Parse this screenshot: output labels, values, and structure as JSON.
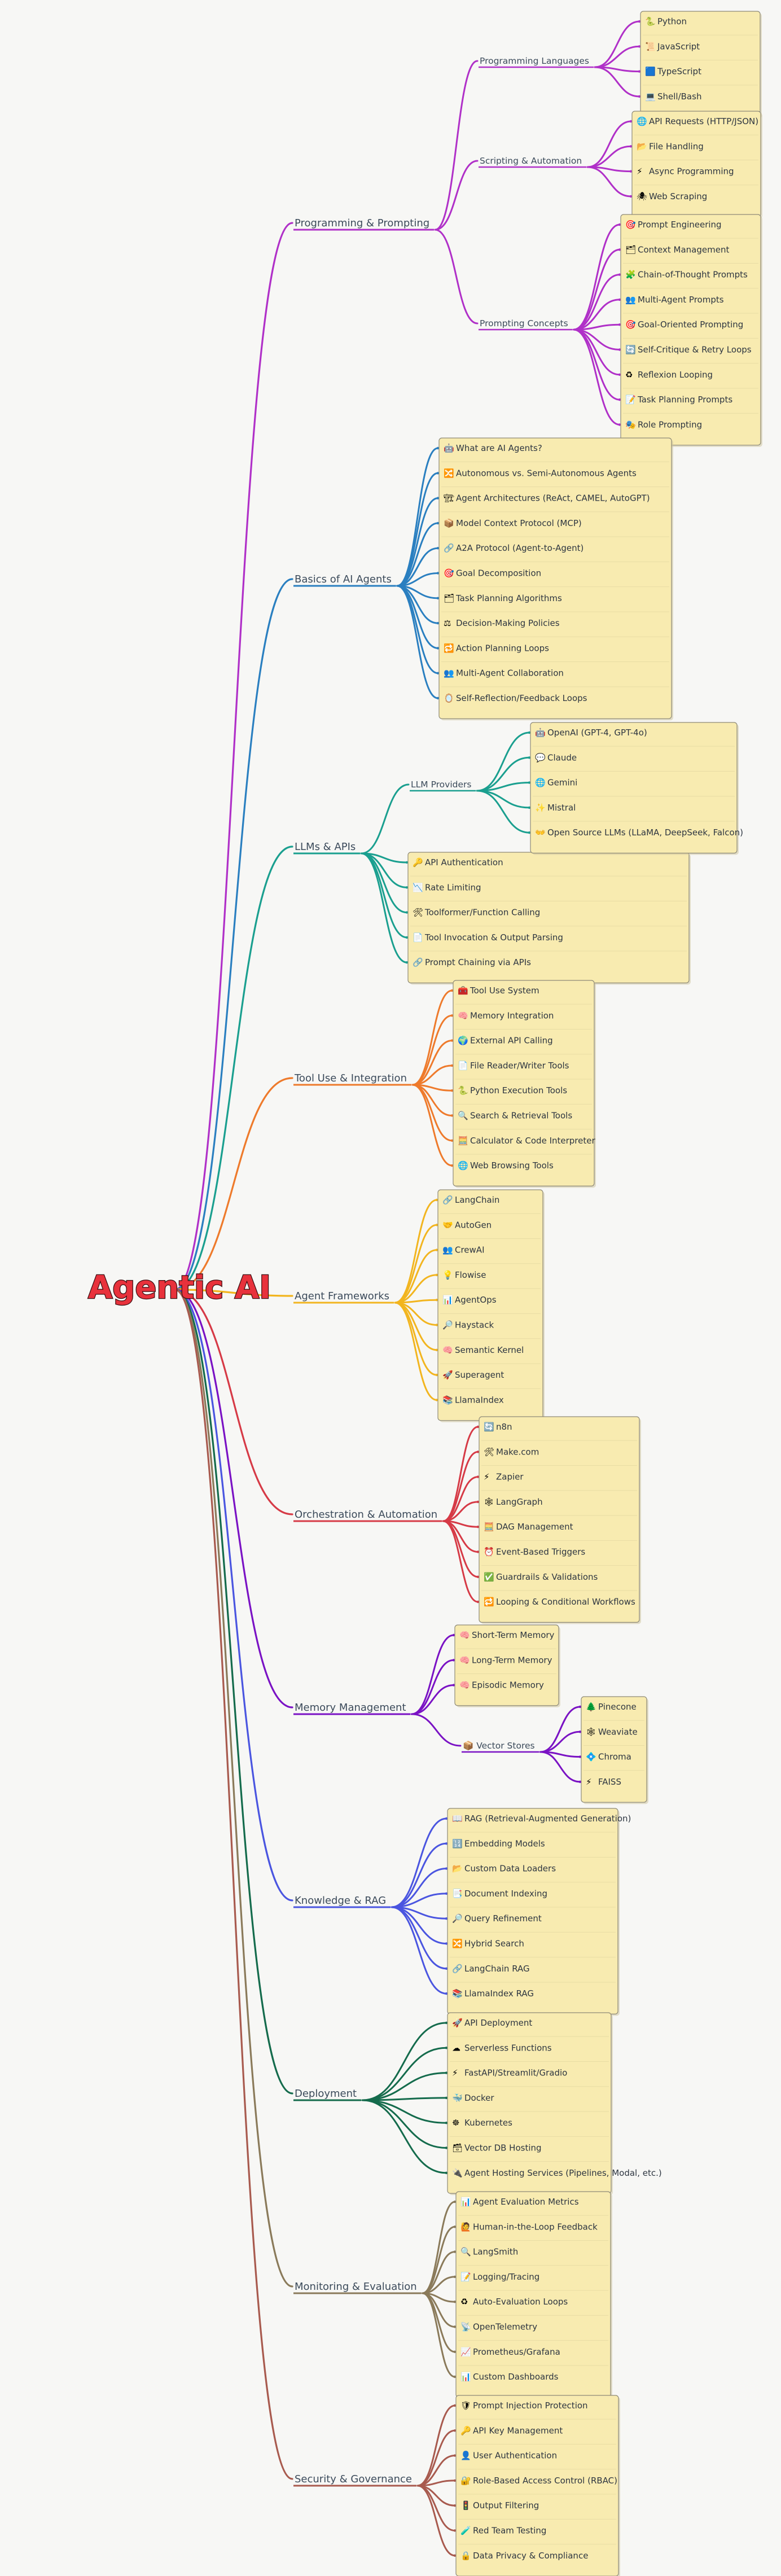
{
  "root": "Agentic AI",
  "branches": [
    {
      "label": "Programming & Prompting",
      "color": "#b030c8",
      "children": [
        {
          "label": "Programming Languages",
          "items": [
            {
              "icon": "🐍",
              "text": "Python"
            },
            {
              "icon": "📜",
              "text": "JavaScript"
            },
            {
              "icon": "🟦",
              "text": "TypeScript"
            },
            {
              "icon": "💻",
              "text": "Shell/Bash"
            }
          ]
        },
        {
          "label": "Scripting & Automation",
          "items": [
            {
              "icon": "🌐",
              "text": "API Requests (HTTP/JSON)"
            },
            {
              "icon": "📂",
              "text": "File Handling"
            },
            {
              "icon": "⚡",
              "text": "Async Programming"
            },
            {
              "icon": "🕷",
              "text": "Web Scraping"
            }
          ]
        },
        {
          "label": "Prompting Concepts",
          "items": [
            {
              "icon": "🎯",
              "text": "Prompt Engineering"
            },
            {
              "icon": "🗂",
              "text": "Context Management"
            },
            {
              "icon": "🧩",
              "text": "Chain-of-Thought Prompts"
            },
            {
              "icon": "👥",
              "text": "Multi-Agent Prompts"
            },
            {
              "icon": "🎯",
              "text": "Goal-Oriented Prompting"
            },
            {
              "icon": "🔄",
              "text": "Self-Critique & Retry Loops"
            },
            {
              "icon": "♻",
              "text": "Reflexion Looping"
            },
            {
              "icon": "📝",
              "text": "Task Planning Prompts"
            },
            {
              "icon": "🎭",
              "text": "Role Prompting"
            }
          ]
        }
      ]
    },
    {
      "label": "Basics of AI Agents",
      "color": "#2a7fc0",
      "items": [
        {
          "icon": "🤖",
          "text": "What are AI Agents?"
        },
        {
          "icon": "🔀",
          "text": "Autonomous vs. Semi-Autonomous Agents"
        },
        {
          "icon": "🏗",
          "text": "Agent Architectures (ReAct, CAMEL, AutoGPT)"
        },
        {
          "icon": "📦",
          "text": "Model Context Protocol (MCP)"
        },
        {
          "icon": "🔗",
          "text": "A2A Protocol (Agent-to-Agent)"
        },
        {
          "icon": "🎯",
          "text": "Goal Decomposition"
        },
        {
          "icon": "🗂",
          "text": "Task Planning Algorithms"
        },
        {
          "icon": "⚖",
          "text": "Decision-Making Policies"
        },
        {
          "icon": "🔁",
          "text": "Action Planning Loops"
        },
        {
          "icon": "👥",
          "text": "Multi-Agent Collaboration"
        },
        {
          "icon": "🪞",
          "text": "Self-Reflection/Feedback Loops"
        }
      ]
    },
    {
      "label": "LLMs & APIs",
      "color": "#1a9f8f",
      "children": [
        {
          "label": "LLM Providers",
          "items": [
            {
              "icon": "🤖",
              "text": "OpenAI (GPT-4, GPT-4o)"
            },
            {
              "icon": "💬",
              "text": "Claude"
            },
            {
              "icon": "🌐",
              "text": "Gemini"
            },
            {
              "icon": "✨",
              "text": "Mistral"
            },
            {
              "icon": "👐",
              "text": "Open Source LLMs (LLaMA, DeepSeek, Falcon)"
            }
          ]
        }
      ],
      "items": [
        {
          "icon": "🔑",
          "text": "API Authentication"
        },
        {
          "icon": "📉",
          "text": "Rate Limiting"
        },
        {
          "icon": "🛠",
          "text": "Toolformer/Function Calling"
        },
        {
          "icon": "📄",
          "text": "Tool Invocation & Output Parsing"
        },
        {
          "icon": "🔗",
          "text": "Prompt Chaining via APIs"
        }
      ]
    },
    {
      "label": "Tool Use & Integration",
      "color": "#ee7a2b",
      "items": [
        {
          "icon": "🧰",
          "text": "Tool Use System"
        },
        {
          "icon": "🧠",
          "text": "Memory Integration"
        },
        {
          "icon": "🌍",
          "text": "External API Calling"
        },
        {
          "icon": "📄",
          "text": "File Reader/Writer Tools"
        },
        {
          "icon": "🐍",
          "text": "Python Execution Tools"
        },
        {
          "icon": "🔍",
          "text": "Search & Retrieval Tools"
        },
        {
          "icon": "🧮",
          "text": "Calculator & Code Interpreter"
        },
        {
          "icon": "🌐",
          "text": "Web Browsing Tools"
        }
      ]
    },
    {
      "label": "Agent Frameworks",
      "color": "#f2b51f",
      "items": [
        {
          "icon": "🔗",
          "text": "LangChain"
        },
        {
          "icon": "🤝",
          "text": "AutoGen"
        },
        {
          "icon": "👥",
          "text": "CrewAI"
        },
        {
          "icon": "💡",
          "text": "Flowise"
        },
        {
          "icon": "📊",
          "text": "AgentOps"
        },
        {
          "icon": "🔎",
          "text": "Haystack"
        },
        {
          "icon": "🧠",
          "text": "Semantic Kernel"
        },
        {
          "icon": "🚀",
          "text": "Superagent"
        },
        {
          "icon": "📚",
          "text": "LlamaIndex"
        }
      ]
    },
    {
      "label": "Orchestration & Automation",
      "color": "#d63a46",
      "items": [
        {
          "icon": "🔄",
          "text": "n8n"
        },
        {
          "icon": "🛠",
          "text": "Make.com"
        },
        {
          "icon": "⚡",
          "text": "Zapier"
        },
        {
          "icon": "🕸",
          "text": "LangGraph"
        },
        {
          "icon": "🧮",
          "text": "DAG Management"
        },
        {
          "icon": "⏰",
          "text": "Event-Based Triggers"
        },
        {
          "icon": "✅",
          "text": "Guardrails & Validations"
        },
        {
          "icon": "🔁",
          "text": "Looping & Conditional Workflows"
        }
      ]
    },
    {
      "label": "Memory Management",
      "color": "#7a12c4",
      "items": [
        {
          "icon": "🧠",
          "text": "Short-Term Memory"
        },
        {
          "icon": "🧠",
          "text": "Long-Term Memory"
        },
        {
          "icon": "🧠",
          "text": "Episodic Memory"
        }
      ],
      "children": [
        {
          "label": "Vector Stores",
          "icon": "📦",
          "items": [
            {
              "icon": "🌲",
              "text": "Pinecone"
            },
            {
              "icon": "🕸",
              "text": "Weaviate"
            },
            {
              "icon": "💠",
              "text": "Chroma"
            },
            {
              "icon": "⚡",
              "text": "FAISS"
            }
          ]
        }
      ]
    },
    {
      "label": "Knowledge & RAG",
      "color": "#4a55e0",
      "items": [
        {
          "icon": "📖",
          "text": "RAG (Retrieval-Augmented Generation)"
        },
        {
          "icon": "🔢",
          "text": "Embedding Models"
        },
        {
          "icon": "📂",
          "text": "Custom Data Loaders"
        },
        {
          "icon": "📑",
          "text": "Document Indexing"
        },
        {
          "icon": "🔎",
          "text": "Query Refinement"
        },
        {
          "icon": "🔀",
          "text": "Hybrid Search"
        },
        {
          "icon": "🔗",
          "text": "LangChain RAG"
        },
        {
          "icon": "📚",
          "text": "LlamaIndex RAG"
        }
      ]
    },
    {
      "label": "Deployment",
      "color": "#146b4c",
      "items": [
        {
          "icon": "🚀",
          "text": "API Deployment"
        },
        {
          "icon": "☁",
          "text": "Serverless Functions"
        },
        {
          "icon": "⚡",
          "text": "FastAPI/Streamlit/Gradio"
        },
        {
          "icon": "🐳",
          "text": "Docker"
        },
        {
          "icon": "☸",
          "text": "Kubernetes"
        },
        {
          "icon": "🗃",
          "text": "Vector DB Hosting"
        },
        {
          "icon": "🔌",
          "text": "Agent Hosting Services (Pipelines, Modal, etc.)"
        }
      ]
    },
    {
      "label": "Monitoring & Evaluation",
      "color": "#8a7a5a",
      "items": [
        {
          "icon": "📊",
          "text": "Agent Evaluation Metrics"
        },
        {
          "icon": "🙋",
          "text": "Human-in-the-Loop Feedback"
        },
        {
          "icon": "🔍",
          "text": "LangSmith"
        },
        {
          "icon": "📝",
          "text": "Logging/Tracing"
        },
        {
          "icon": "♻",
          "text": "Auto-Evaluation Loops"
        },
        {
          "icon": "📡",
          "text": "OpenTelemetry"
        },
        {
          "icon": "📈",
          "text": "Prometheus/Grafana"
        },
        {
          "icon": "📊",
          "text": "Custom Dashboards"
        }
      ]
    },
    {
      "label": "Security & Governance",
      "color": "#a85a4e",
      "items": [
        {
          "icon": "🛡",
          "text": "Prompt Injection Protection"
        },
        {
          "icon": "🔑",
          "text": "API Key Management"
        },
        {
          "icon": "👤",
          "text": "User Authentication"
        },
        {
          "icon": "🔐",
          "text": "Role-Based Access Control (RBAC)"
        },
        {
          "icon": "🚦",
          "text": "Output Filtering"
        },
        {
          "icon": "🧪",
          "text": "Red Team Testing"
        },
        {
          "icon": "🔒",
          "text": "Data Privacy & Compliance"
        }
      ]
    }
  ]
}
